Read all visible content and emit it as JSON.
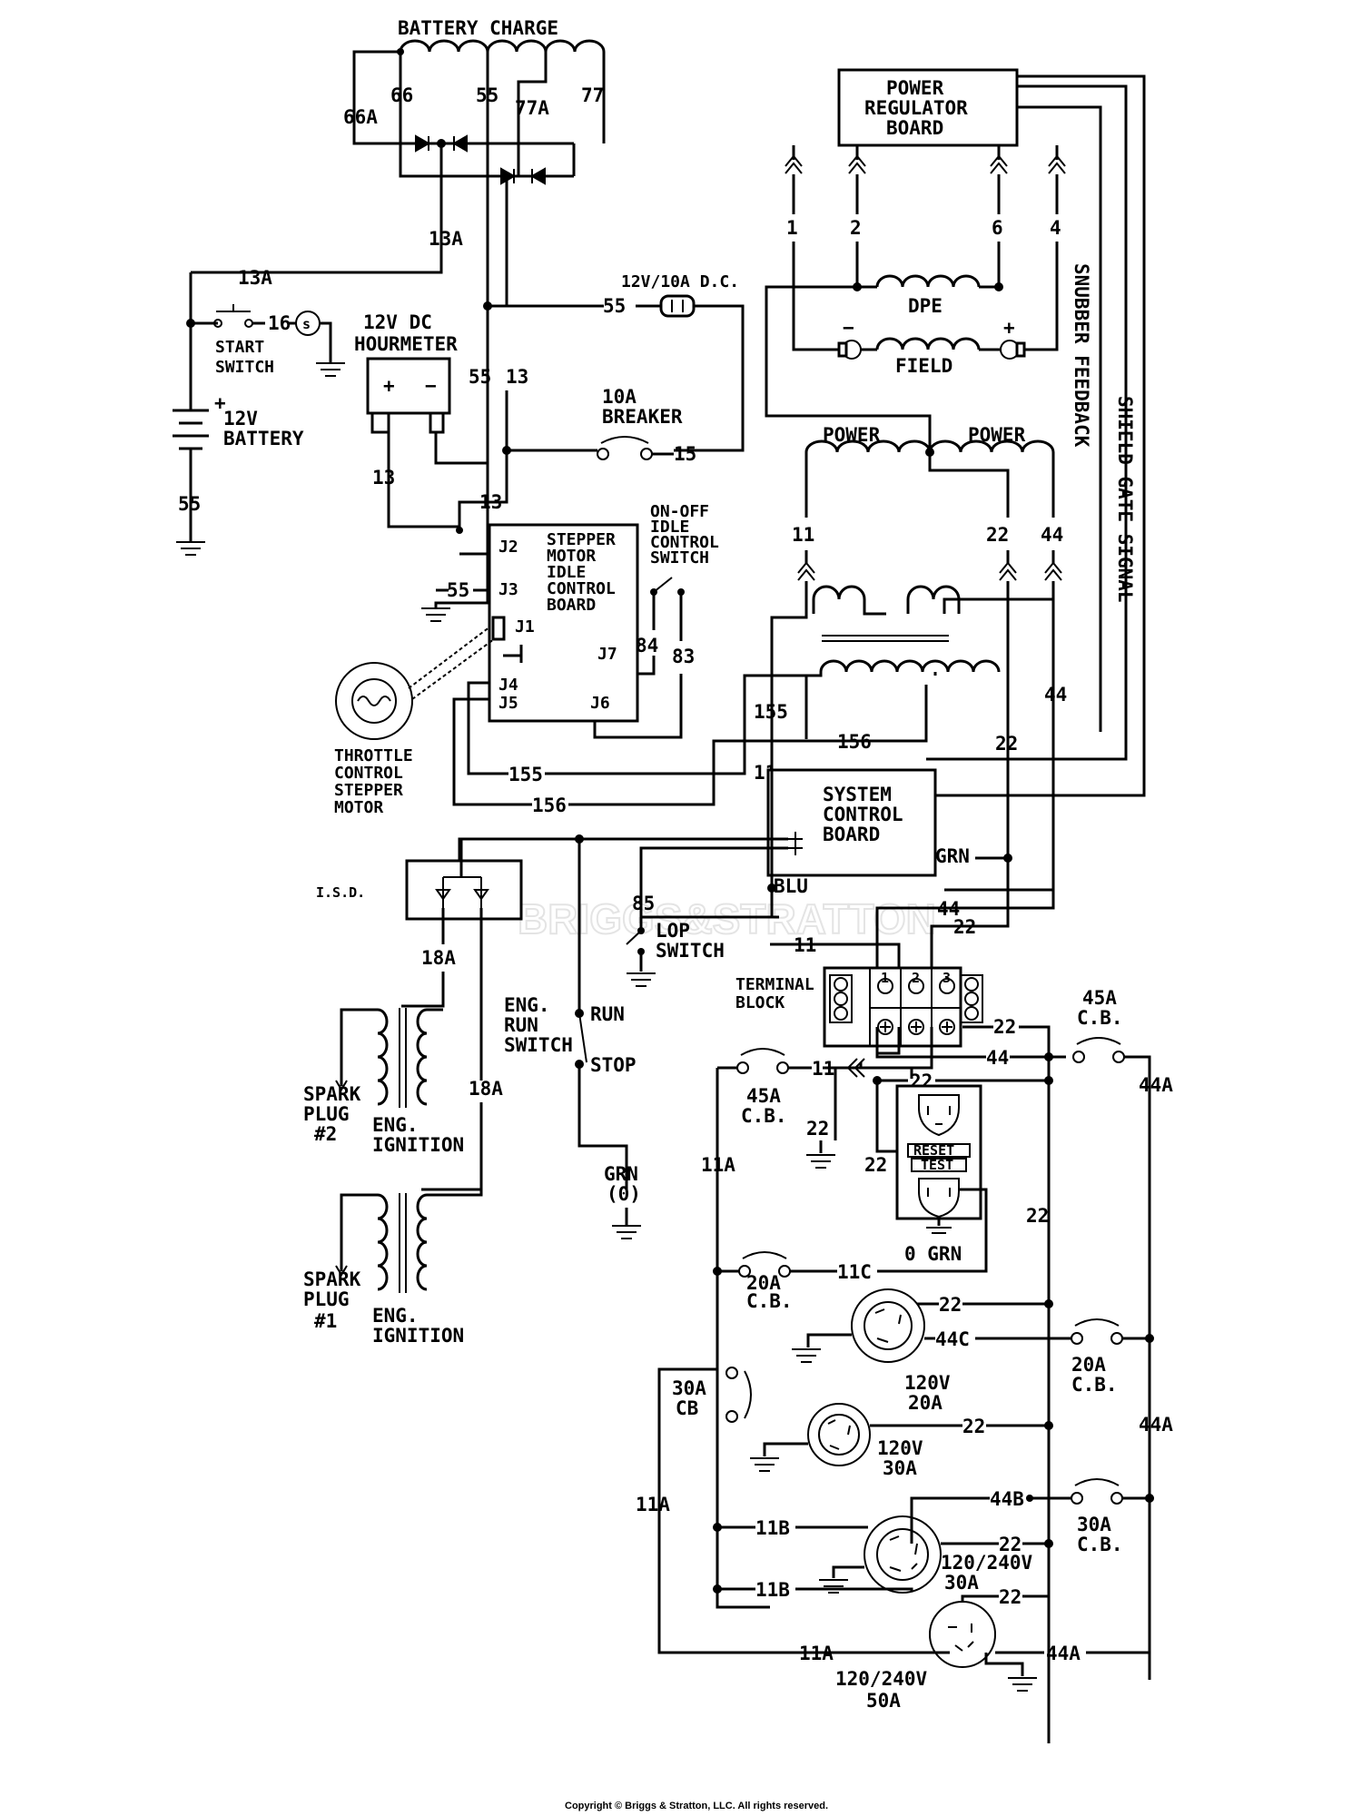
{
  "diagram": {
    "watermark": "BRIGGS&STRATTON",
    "copyright": "Copyright © Briggs & Stratton, LLC. All rights reserved."
  },
  "components": {
    "battery_charge": "BATTERY CHARGE",
    "power_regulator_board": [
      "POWER",
      "REGULATOR",
      "BOARD"
    ],
    "dpe": "DPE",
    "field": "FIELD",
    "power_1": "POWER",
    "power_2": "POWER",
    "snubber_feedback": "SNUBBER FEEDBACK",
    "shield_gate_signal": "SHIELD GATE SIGNAL",
    "fuse_12v": "12V/10A D.C.",
    "breaker_10a": [
      "10A",
      "BREAKER"
    ],
    "start_switch": [
      "START",
      "SWITCH"
    ],
    "hourmeter": [
      "12V DC",
      "HOURMETER"
    ],
    "battery": [
      "12V",
      "BATTERY"
    ],
    "stepper_board": [
      "STEPPER",
      "MOTOR",
      "IDLE",
      "CONTROL",
      "BOARD"
    ],
    "idle_switch": [
      "ON-OFF",
      "IDLE",
      "CONTROL",
      "SWITCH"
    ],
    "throttle_motor": [
      "THROTTLE",
      "CONTROL",
      "STEPPER",
      "MOTOR"
    ],
    "system_control_board": [
      "SYSTEM",
      "CONTROL",
      "BOARD"
    ],
    "isd": "I.S.D.",
    "lop_switch": [
      "LOP",
      "SWITCH"
    ],
    "terminal_block": [
      "TERMINAL",
      "BLOCK"
    ],
    "eng_run_switch": [
      "ENG.",
      "RUN",
      "SWITCH"
    ],
    "run": "RUN",
    "stop": "STOP",
    "grn_0": [
      "GRN",
      "(0)"
    ],
    "spark_plug_2": [
      "SPARK",
      "PLUG",
      "#2"
    ],
    "spark_plug_1": [
      "SPARK",
      "PLUG",
      "#1"
    ],
    "eng_ignition": [
      "ENG.",
      "IGNITION"
    ],
    "gfci": [
      "RESET",
      "TEST"
    ],
    "zero_grn": "0 GRN",
    "cb_45a_left": [
      "45A",
      "C.B."
    ],
    "cb_45a_right": [
      "45A",
      "C.B."
    ],
    "cb_20a_left": [
      "20A",
      "C.B."
    ],
    "cb_20a_right": [
      "20A",
      "C.B."
    ],
    "cb_30a_left": [
      "30A",
      "CB"
    ],
    "cb_30a_right": [
      "30A",
      "C.B."
    ],
    "outlet_120v_20a": [
      "120V",
      "20A"
    ],
    "outlet_120v_30a": [
      "120V",
      "30A"
    ],
    "outlet_120_240v_30a": [
      "120/240V",
      "30A"
    ],
    "outlet_120_240v_50a": [
      "120/240V",
      "50A"
    ]
  },
  "pins": {
    "j2": "J2",
    "j3": "J3",
    "j1": "J1",
    "j7": "J7",
    "j4": "J4",
    "j5": "J5",
    "j6": "J6",
    "plus": "+",
    "minus": "−",
    "tb_1": "1",
    "tb_2": "2",
    "tb_3": "3"
  },
  "wires": {
    "w66a": "66A",
    "w66": "66",
    "w55_top": "55",
    "w77a": "77A",
    "w77": "77",
    "w13a_1": "13A",
    "w13a_2": "13A",
    "w16": "16",
    "w55_fuse": "55",
    "w55_v": "55",
    "w13_v": "13",
    "w15": "15",
    "w13_hm": "13",
    "w13_sb": "13",
    "w55_bat": "55",
    "w55_j3": "55",
    "w84": "84",
    "w83": "83",
    "w155_a": "155",
    "w155_b": "155",
    "w156_a": "156",
    "w156_b": "156",
    "w1": "1",
    "w2": "2",
    "w6": "6",
    "w4": "4",
    "w11_top": "11",
    "w22_top": "22",
    "w44_top": "44",
    "w11_scb": "11",
    "w22_scb": "22",
    "w44_scb": "44",
    "grn": "GRN",
    "blu": "BLU",
    "w85": "85",
    "w44_tb": "44",
    "w11_tb": "11",
    "w22_tb": "22",
    "w18a_1": "18A",
    "w18a_2": "18A",
    "w22_tb_r": "22",
    "w44_mid": "44",
    "w11_cb": "11",
    "w22_gfci_top": "22",
    "w22_gnd": "22",
    "w22_gfci": "22",
    "w11a_1": "11A",
    "w44a_1": "44A",
    "w22_bus": "22",
    "w11c": "11C",
    "w22_o1": "22",
    "w44c": "44C",
    "w22_o2": "22",
    "w44a_2": "44A",
    "w44b": "44B",
    "w22_o3": "22",
    "w11a_2": "11A",
    "w11b_1": "11B",
    "w11b_2": "11B",
    "w22_o4": "22",
    "w11a_3": "11A",
    "w44a_3": "44A"
  }
}
